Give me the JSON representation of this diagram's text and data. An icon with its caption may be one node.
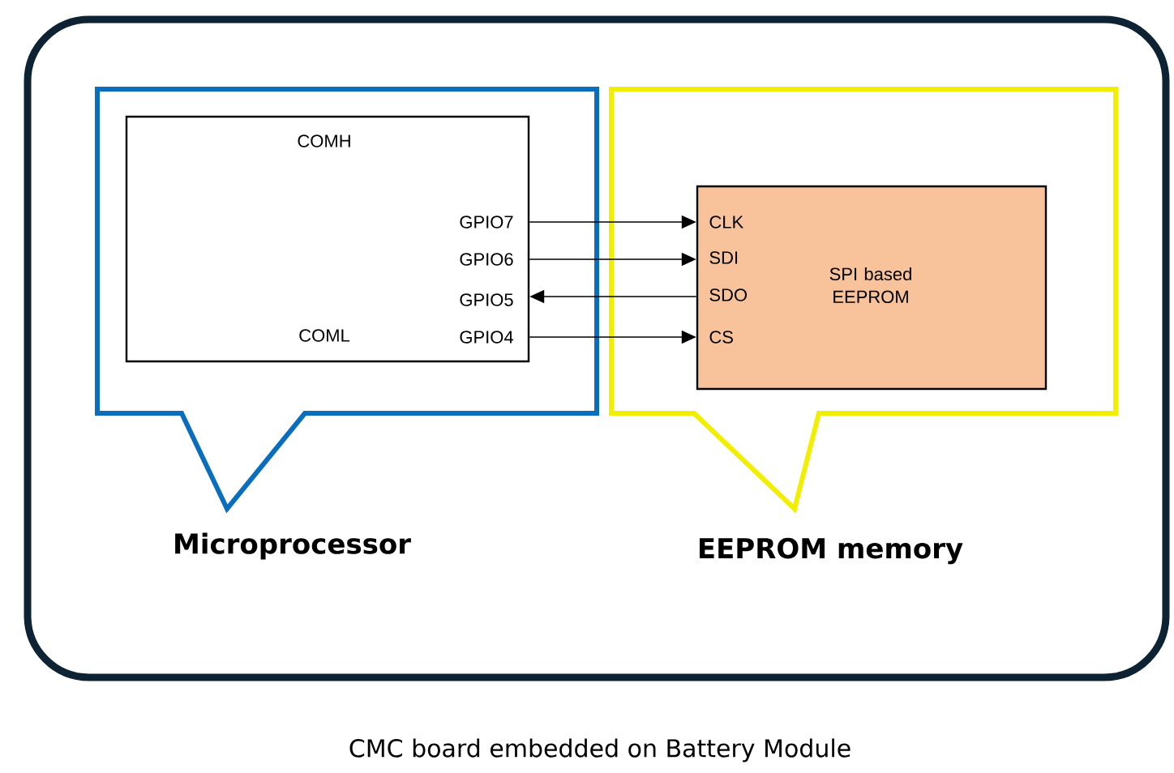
{
  "diagram": {
    "caption": "CMC board embedded on Battery Module",
    "nodes": [
      {
        "text": [],
        "shape": "box"
      },
      {
        "text": [
          "Microprocessor"
        ],
        "in": 0
      },
      {
        "text": [
          "EEPROM memory"
        ],
        "in": 0
      },
      {
        "text": [
          "COMH",
          "COML",
          "GPIO7",
          "GPIO6",
          "GPIO5",
          "GPIO4"
        ],
        "in": 1
      },
      {
        "text": [
          "CLK",
          "SDI",
          "SDO",
          "CS",
          "SPI based EEPROM"
        ],
        "in": 2
      }
    ],
    "edges": [
      {
        "from": 3,
        "to": 4,
        "arrow": "to"
      },
      {
        "from": 3,
        "to": 4,
        "arrow": "to"
      },
      {
        "from": 4,
        "to": 3,
        "arrow": "to"
      },
      {
        "from": 3,
        "to": 4,
        "arrow": "to"
      }
    ]
  }
}
